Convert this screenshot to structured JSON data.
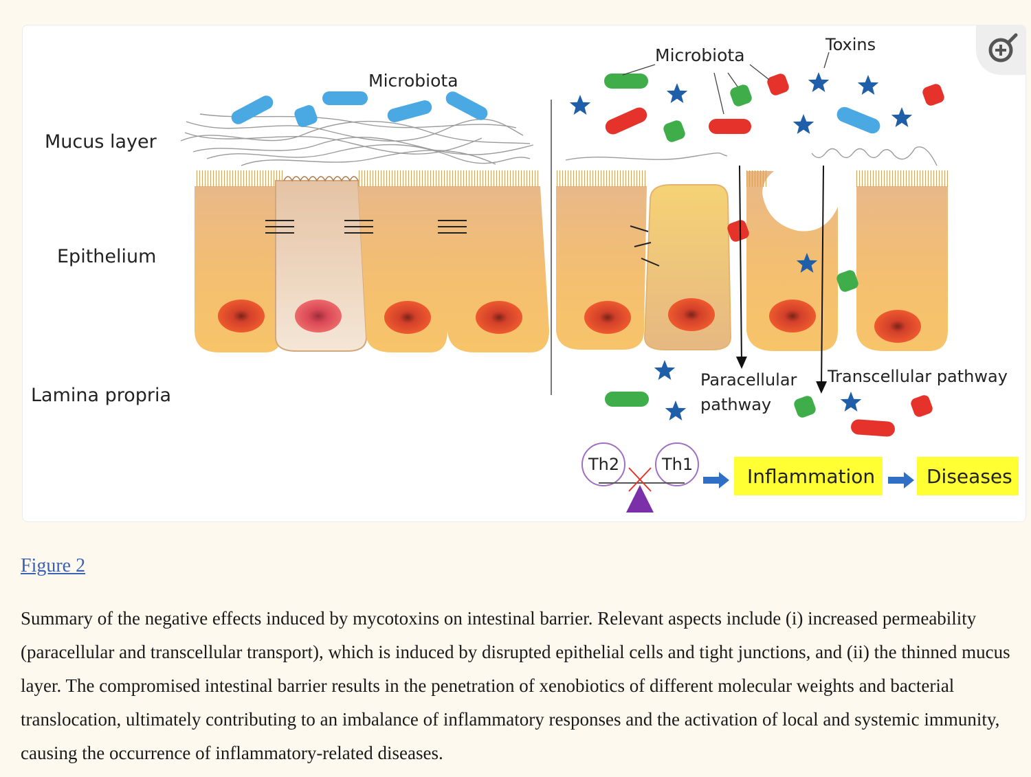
{
  "figure": {
    "labels": {
      "mucus_layer": "Mucus layer",
      "epithelium": "Epithelium",
      "lamina_propria": "Lamina propria",
      "microbiota_left": "Microbiota",
      "microbiota_right": "Microbiota",
      "toxins": "Toxins",
      "paracellular_1": "Paracellular",
      "paracellular_2": "pathway",
      "transcellular": "Transcellular pathway",
      "th2": "Th2",
      "th1": "Th1",
      "inflammation": "Inflammation",
      "diseases": "Diseases"
    },
    "colors": {
      "cell": "#f3bd6a",
      "nucleus": "#e84a2a",
      "blue_bacteria": "#4aa9e3",
      "green_bacteria": "#3fae4a",
      "red_bacteria": "#e5322b",
      "star": "#1f5ea8",
      "highlight": "#ffff33",
      "triangle": "#7b2fa8"
    },
    "zoom_icon": "zoom-in-icon"
  },
  "figure_link": "Figure 2",
  "caption": "Summary of the negative effects induced by mycotoxins on intestinal barrier. Relevant aspects include (i) increased permeability (paracellular and transcellular transport), which is induced by disrupted epithelial cells and tight junctions, and (ii) the thinned mucus layer. The compromised intestinal barrier results in the penetration of xenobiotics of different molecular weights and bacterial translocation, ultimately contributing to an imbalance of inflammatory responses and the activation of local and systemic immunity, causing the occurrence of inflammatory-related diseases."
}
